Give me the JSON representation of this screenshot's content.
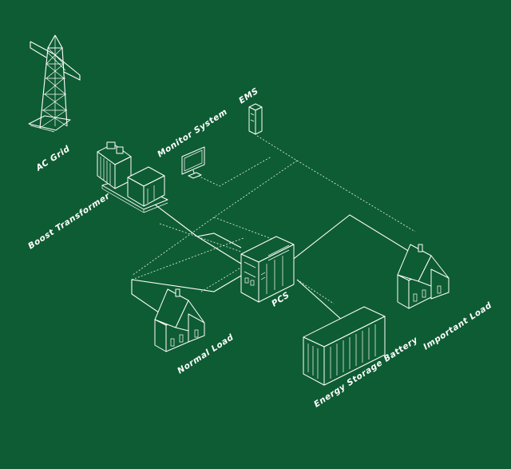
{
  "diagram": {
    "labels": {
      "ac_grid": "AC Grid",
      "boost_transformer": "Boost Transformer",
      "monitor_system": "Monitor System",
      "ems": "EMS",
      "pcs": "PCS",
      "normal_load": "Normal Load",
      "energy_storage_battery": "Energy Storage Battery",
      "important_load": "Important Load"
    },
    "colors": {
      "background": "#0e5c33",
      "line": "#ffffff"
    }
  }
}
